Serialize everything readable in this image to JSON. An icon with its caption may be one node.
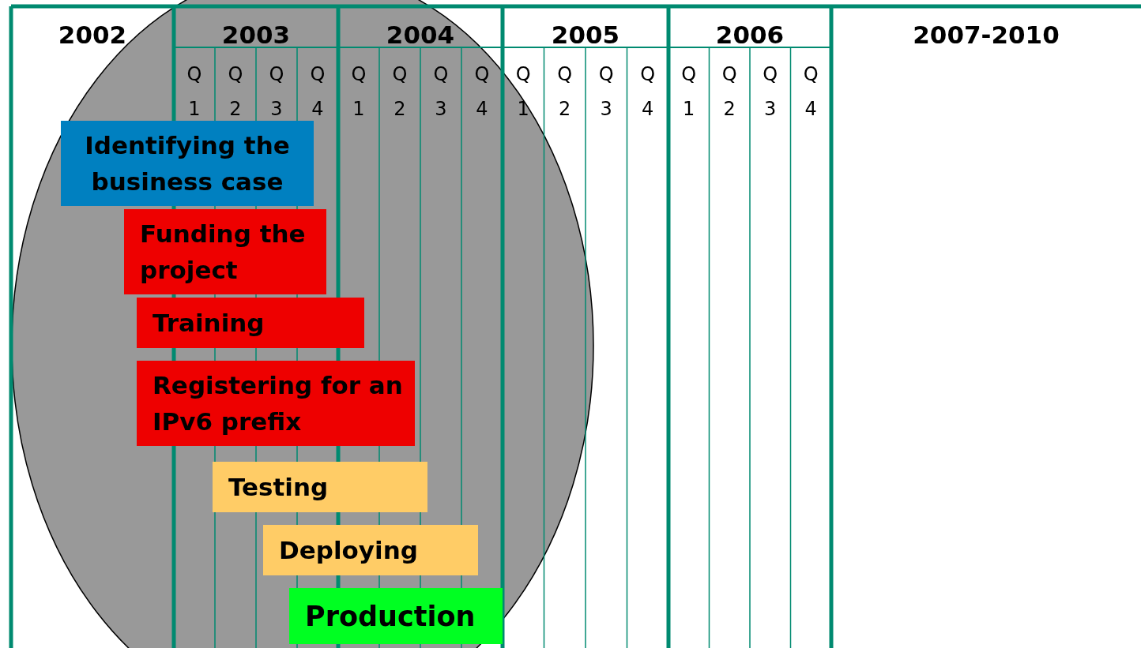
{
  "diagram": {
    "nodes": [
      {
        "text": [
          "Identifying the business case"
        ]
      },
      {
        "text": [
          "Funding the project"
        ]
      },
      {
        "text": [
          "Training"
        ]
      },
      {
        "text": [
          "Registering for an IPv6 prefix"
        ]
      },
      {
        "text": [
          "Testing"
        ]
      },
      {
        "text": [
          "Deploying"
        ]
      },
      {
        "text": [
          "Production"
        ]
      }
    ],
    "labels": [
      "2002",
      "2003",
      "2004",
      "2005",
      "2006",
      "2007-2010",
      "Q1",
      "Q2",
      "Q3",
      "Q4",
      "Q1",
      "Q2",
      "Q3",
      "Q4",
      "Q1",
      "Q2",
      "Q3",
      "Q4",
      "Q1",
      "Q2",
      "Q3",
      "Q4"
    ]
  }
}
